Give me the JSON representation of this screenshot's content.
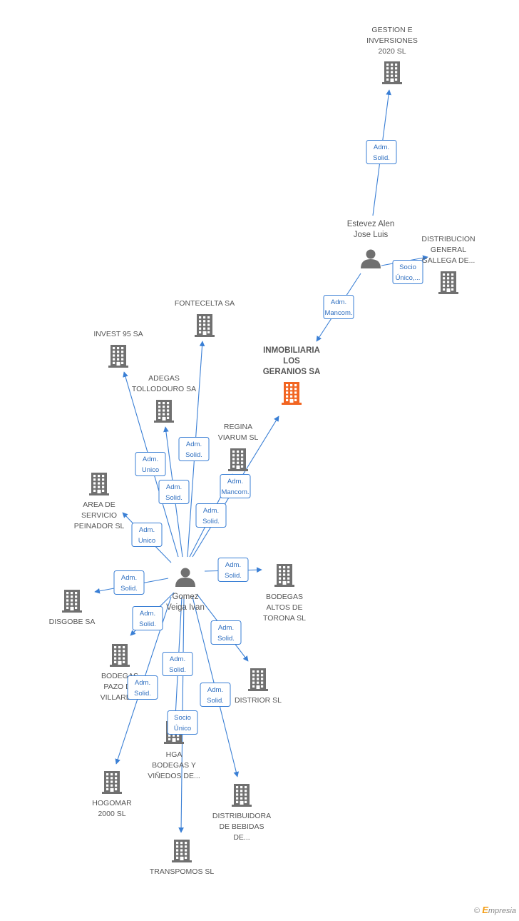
{
  "colors": {
    "company": "#707070",
    "focus": "#f26522",
    "person": "#707070",
    "edge": "#3a7fd5",
    "label": "#555555"
  },
  "nodes": [
    {
      "id": "gestion",
      "type": "company",
      "icon": "building-icon",
      "lines": [
        "GESTION E",
        "INVERSIONES",
        "2020 SL"
      ]
    },
    {
      "id": "estevez",
      "type": "person",
      "icon": "person-icon",
      "lines": [
        "Estevez Alen",
        "Jose Luis"
      ]
    },
    {
      "id": "distribucion",
      "type": "company",
      "icon": "building-icon",
      "lines": [
        "DISTRIBUCION",
        "GENERAL",
        "GALLEGA DE..."
      ]
    },
    {
      "id": "inmobiliaria",
      "type": "focus",
      "icon": "building-icon",
      "lines": [
        "INMOBILIARIA",
        "LOS",
        "GERANIOS SA"
      ]
    },
    {
      "id": "fontecelta",
      "type": "company",
      "icon": "building-icon",
      "lines": [
        "FONTECELTA SA"
      ]
    },
    {
      "id": "invest95",
      "type": "company",
      "icon": "building-icon",
      "lines": [
        "INVEST 95 SA"
      ]
    },
    {
      "id": "adegas",
      "type": "company",
      "icon": "building-icon",
      "lines": [
        "ADEGAS",
        "TOLLODOURO SA"
      ]
    },
    {
      "id": "regina",
      "type": "company",
      "icon": "building-icon",
      "lines": [
        "REGINA",
        "VIARUM SL"
      ]
    },
    {
      "id": "area",
      "type": "company",
      "icon": "building-icon",
      "lines": [
        "AREA DE",
        "SERVICIO",
        "PEINADOR  SL"
      ]
    },
    {
      "id": "gomez",
      "type": "person",
      "icon": "person-icon",
      "lines": [
        "Gomez",
        "Veiga Ivan"
      ]
    },
    {
      "id": "bodegas_altos",
      "type": "company",
      "icon": "building-icon",
      "lines": [
        "BODEGAS",
        "ALTOS DE",
        "TORONA  SL"
      ]
    },
    {
      "id": "disgobe",
      "type": "company",
      "icon": "building-icon",
      "lines": [
        "DISGOBE SA"
      ]
    },
    {
      "id": "bodegas_pazo",
      "type": "company",
      "icon": "building-icon",
      "lines": [
        "BODEGAS",
        "PAZO DE",
        "VILLAREI..."
      ]
    },
    {
      "id": "distrior",
      "type": "company",
      "icon": "building-icon",
      "lines": [
        "DISTRIOR  SL"
      ]
    },
    {
      "id": "hga",
      "type": "company",
      "icon": "building-icon",
      "lines": [
        "HGA",
        "BODEGAS Y",
        "VIÑEDOS DE..."
      ]
    },
    {
      "id": "hogomar",
      "type": "company",
      "icon": "building-icon",
      "lines": [
        "HOGOMAR",
        "2000 SL"
      ]
    },
    {
      "id": "distribuidora",
      "type": "company",
      "icon": "building-icon",
      "lines": [
        "DISTRIBUIDORA",
        "DE BEBIDAS",
        "DE..."
      ]
    },
    {
      "id": "transpomos",
      "type": "company",
      "icon": "building-icon",
      "lines": [
        "TRANSPOMOS SL"
      ]
    }
  ],
  "edges": [
    {
      "from": "estevez",
      "to": "gestion",
      "lines": [
        "Adm.",
        "Solid."
      ]
    },
    {
      "from": "estevez",
      "to": "distribucion",
      "lines": [
        "Socio",
        "Único,..."
      ]
    },
    {
      "from": "estevez",
      "to": "inmobiliaria",
      "lines": [
        "Adm.",
        "Mancom."
      ]
    },
    {
      "from": "gomez",
      "to": "inmobiliaria",
      "lines": [
        "Adm.",
        "Mancom."
      ]
    },
    {
      "from": "gomez",
      "to": "fontecelta",
      "lines": [
        "Adm.",
        "Solid."
      ]
    },
    {
      "from": "gomez",
      "to": "invest95",
      "lines": [
        "Adm.",
        "Unico"
      ]
    },
    {
      "from": "gomez",
      "to": "adegas",
      "lines": [
        "Adm.",
        "Solid."
      ]
    },
    {
      "from": "gomez",
      "to": "regina",
      "lines": [
        "Adm.",
        "Solid."
      ]
    },
    {
      "from": "gomez",
      "to": "area",
      "lines": [
        "Adm.",
        "Unico"
      ]
    },
    {
      "from": "gomez",
      "to": "bodegas_altos",
      "lines": [
        "Adm.",
        "Solid."
      ]
    },
    {
      "from": "gomez",
      "to": "disgobe",
      "lines": [
        "Adm.",
        "Solid."
      ]
    },
    {
      "from": "gomez",
      "to": "bodegas_pazo",
      "lines": [
        "Adm.",
        "Solid."
      ]
    },
    {
      "from": "gomez",
      "to": "distrior",
      "lines": [
        "Adm.",
        "Solid."
      ]
    },
    {
      "from": "gomez",
      "to": "hga",
      "lines": [
        "Adm.",
        "Solid."
      ]
    },
    {
      "from": "gomez",
      "to": "hogomar",
      "lines": [
        "Adm.",
        "Solid."
      ]
    },
    {
      "from": "gomez",
      "to": "distribuidora",
      "lines": [
        "Adm.",
        "Solid."
      ]
    },
    {
      "from": "gomez",
      "to": "transpomos",
      "lines": [
        "Socio",
        "Único"
      ]
    }
  ],
  "footer": {
    "copyright": "©",
    "brand_initial": "E",
    "brand_rest": "mpresia"
  }
}
